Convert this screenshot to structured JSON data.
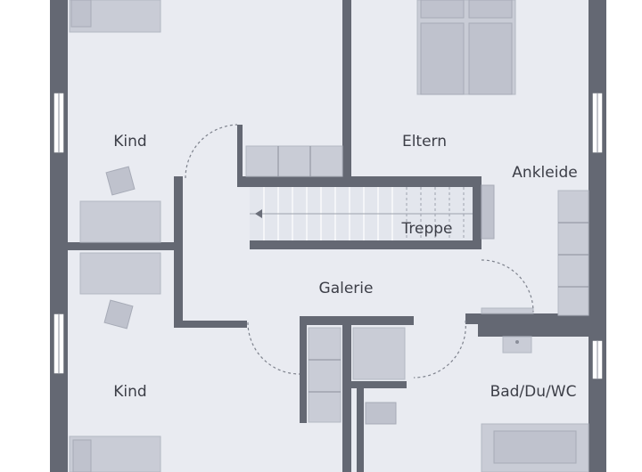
{
  "rooms": {
    "kind_top": "Kind",
    "eltern": "Eltern",
    "ankleide": "Ankleide",
    "treppe": "Treppe",
    "galerie": "Galerie",
    "kind_bottom": "Kind",
    "bad": "Bad/Du/WC"
  },
  "colors": {
    "floor": "#e9ebf1",
    "wall": "#646873",
    "furniture": "#c9ccd6",
    "label": "#3c3e47"
  }
}
